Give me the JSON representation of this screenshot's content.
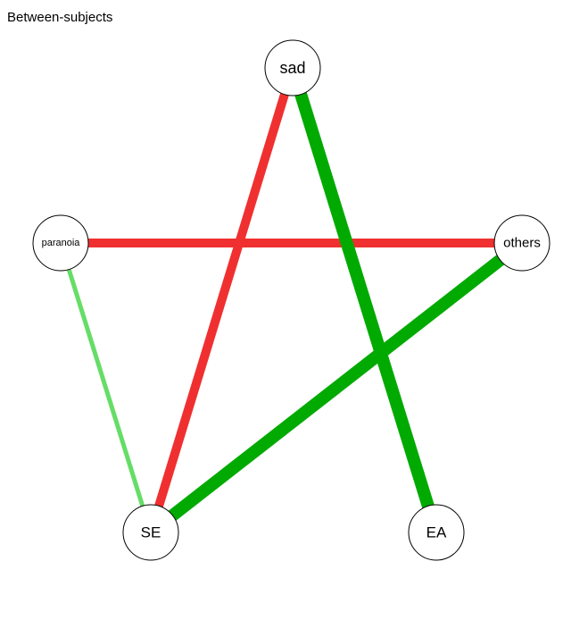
{
  "title": "Between-subjects",
  "nodes": [
    {
      "id": "sad",
      "label": "sad"
    },
    {
      "id": "paranoia",
      "label": "paranoia"
    },
    {
      "id": "others",
      "label": "others"
    },
    {
      "id": "SE",
      "label": "SE"
    },
    {
      "id": "EA",
      "label": "EA"
    }
  ],
  "edges": [
    {
      "from": "paranoia",
      "to": "others",
      "sign": "negative",
      "color": "#F03030",
      "strength": "medium"
    },
    {
      "from": "sad",
      "to": "SE",
      "sign": "negative",
      "color": "#F03030",
      "strength": "medium"
    },
    {
      "from": "sad",
      "to": "EA",
      "sign": "positive",
      "color": "#00AA00",
      "strength": "strong"
    },
    {
      "from": "others",
      "to": "SE",
      "sign": "positive",
      "color": "#00AA00",
      "strength": "strong"
    },
    {
      "from": "paranoia",
      "to": "SE",
      "sign": "positive",
      "color": "#66DD66",
      "strength": "weak"
    }
  ]
}
